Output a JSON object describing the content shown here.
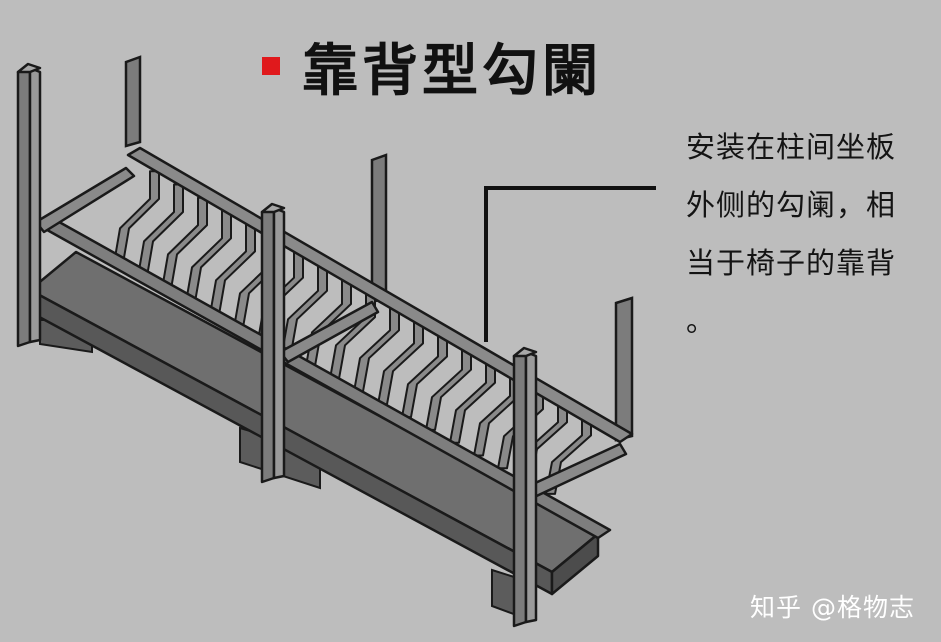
{
  "title": {
    "marker_color": "#e0191c",
    "text": "靠背型勾闌"
  },
  "callout": {
    "text": "安装在柱间坐板\n外侧的勾阑，相\n当于椅子的靠背\n。"
  },
  "watermark": {
    "text": "知乎 @格物志"
  },
  "colors": {
    "background": "#bdbdbd",
    "seat_top": "#6f6f6f",
    "seat_front": "#585858",
    "post": "#7c7c7c",
    "baluster": "#8a8a8a",
    "outline": "#1a1a1a"
  }
}
